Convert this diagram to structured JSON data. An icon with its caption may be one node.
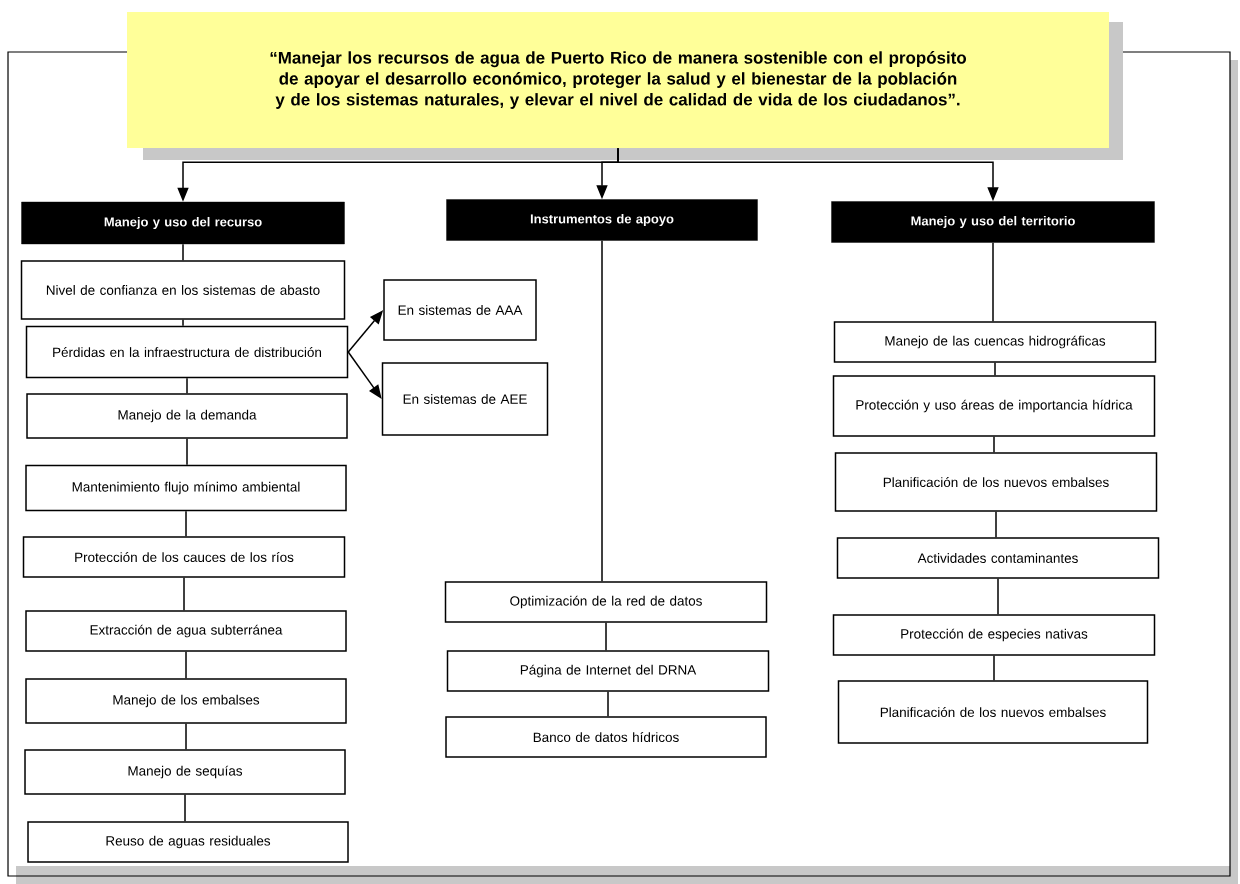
{
  "diagram": {
    "nodes": [
      {
        "text": [
          "“Manejar los recursos de agua de Puerto Rico de manera sostenible con el propósito de apoyar el desarrollo económico, proteger la salud y el bienestar de la población y de los sistemas naturales, y elevar el nivel de calidad de vida de los ciudadanos”."
        ]
      },
      {
        "text": [
          "Manejo y uso del recurso"
        ]
      },
      {
        "text": [
          "Instrumentos de apoyo"
        ]
      },
      {
        "text": [
          "Manejo y uso del territorio"
        ]
      },
      {
        "text": [
          "Nivel de confianza en los sistemas de abasto"
        ]
      },
      {
        "text": [
          "Pérdidas en la infraestructura de distribución"
        ]
      },
      {
        "text": [
          "Manejo de la demanda"
        ]
      },
      {
        "text": [
          "Mantenimiento flujo mínimo ambiental"
        ]
      },
      {
        "text": [
          "Protección de los cauces de los ríos"
        ]
      },
      {
        "text": [
          "Extracción de agua subterránea"
        ]
      },
      {
        "text": [
          "Manejo de los embalses"
        ]
      },
      {
        "text": [
          "Manejo de sequías"
        ]
      },
      {
        "text": [
          "Reuso de aguas residuales"
        ]
      },
      {
        "text": [
          "En sistemas de AAA"
        ]
      },
      {
        "text": [
          "En sistemas de AEE"
        ]
      },
      {
        "text": [
          "Optimización de la red de datos"
        ]
      },
      {
        "text": [
          "Página de Internet del DRNA"
        ]
      },
      {
        "text": [
          "Banco de datos hídricos"
        ]
      },
      {
        "text": [
          "Manejo de las cuencas hidrográficas"
        ]
      },
      {
        "text": [
          "Protección y uso áreas de importancia hídrica"
        ]
      },
      {
        "text": [
          "Planificación de los nuevos embalses"
        ]
      },
      {
        "text": [
          "Actividades contaminantes"
        ]
      },
      {
        "text": [
          "Protección de especies nativas"
        ]
      },
      {
        "text": [
          "Planificación de los nuevos embalses"
        ]
      }
    ],
    "edges": [
      {
        "from": 0,
        "to": 1,
        "arrow": "to"
      },
      {
        "from": 0,
        "to": 2,
        "arrow": "to"
      },
      {
        "from": 0,
        "to": 3,
        "arrow": "to"
      },
      {
        "from": 1,
        "to": 4,
        "arrow": "none"
      },
      {
        "from": 4,
        "to": 5,
        "arrow": "none"
      },
      {
        "from": 5,
        "to": 6,
        "arrow": "none"
      },
      {
        "from": 6,
        "to": 7,
        "arrow": "none"
      },
      {
        "from": 7,
        "to": 8,
        "arrow": "none"
      },
      {
        "from": 8,
        "to": 9,
        "arrow": "none"
      },
      {
        "from": 9,
        "to": 10,
        "arrow": "none"
      },
      {
        "from": 10,
        "to": 11,
        "arrow": "none"
      },
      {
        "from": 11,
        "to": 12,
        "arrow": "none"
      },
      {
        "from": 5,
        "to": 13,
        "arrow": "to"
      },
      {
        "from": 5,
        "to": 14,
        "arrow": "to"
      },
      {
        "from": 2,
        "to": 15,
        "arrow": "none"
      },
      {
        "from": 15,
        "to": 16,
        "arrow": "none"
      },
      {
        "from": 16,
        "to": 17,
        "arrow": "none"
      },
      {
        "from": 3,
        "to": 18,
        "arrow": "none"
      },
      {
        "from": 18,
        "to": 19,
        "arrow": "none"
      },
      {
        "from": 19,
        "to": 20,
        "arrow": "none"
      },
      {
        "from": 20,
        "to": 21,
        "arrow": "none"
      },
      {
        "from": 21,
        "to": 22,
        "arrow": "none"
      },
      {
        "from": 22,
        "to": 23,
        "arrow": "none"
      }
    ]
  }
}
